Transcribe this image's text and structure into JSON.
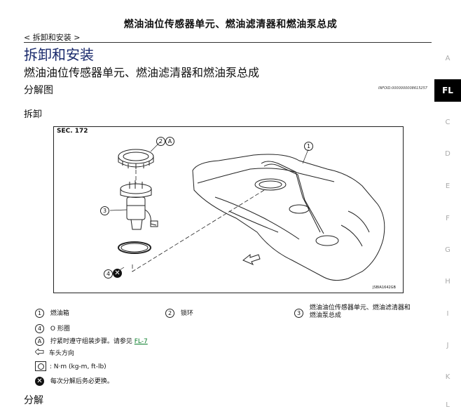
{
  "header": {
    "title": "燃油油位传感器单元、燃油滤清器和燃油泵总成"
  },
  "breadcrumb": "< 拆卸和安装 >",
  "section_title": "拆卸和安装",
  "component_title": "燃油油位传感器单元、燃油滤清器和燃油泵总成",
  "subsection": "分解图",
  "info_id": "INFOID:0000000008615257",
  "removal_heading": "拆卸",
  "figure": {
    "sec_label": "SEC. 172",
    "code": "JSBIA1642GB",
    "callouts": {
      "c1": "1",
      "c2": "2",
      "cA": "A",
      "c3": "3",
      "c4": "4"
    }
  },
  "legend": {
    "item1": {
      "num": "1",
      "text": "燃油箱"
    },
    "item2": {
      "num": "2",
      "text": "锁环"
    },
    "item3": {
      "num": "3",
      "text_line1": "燃油油位传感器单元、燃油滤清器和",
      "text_line2": "燃油泵总成"
    },
    "item4": {
      "num": "4",
      "text": "O 形圈"
    },
    "itemA": {
      "sym": "A",
      "text": "拧紧时遵守组装步骤。请参见 ",
      "link": "FL-7"
    },
    "arrow": {
      "text": "车头方向"
    },
    "torque": {
      "text": ": N·m (kg-m, ft-lb)"
    },
    "replace": {
      "text": "每次分解后务必更换。"
    }
  },
  "side_tabs": [
    "A",
    "FL",
    "C",
    "D",
    "E",
    "F",
    "G",
    "H",
    "I",
    "J",
    "K",
    "L"
  ],
  "footer_subsection": "分解"
}
